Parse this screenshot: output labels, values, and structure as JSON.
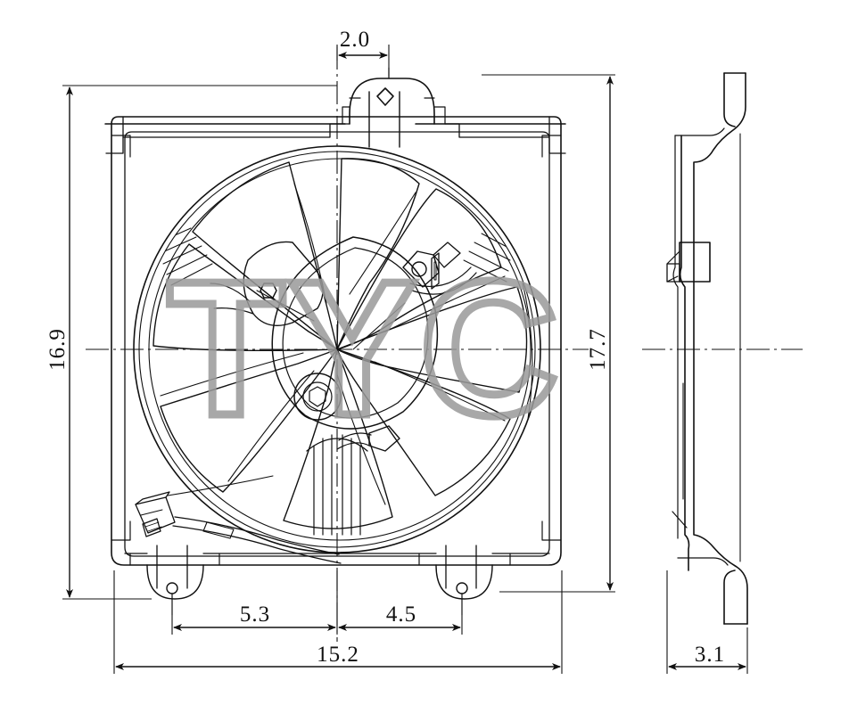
{
  "drawing": {
    "title": "Engine Cooling Fan Assembly",
    "subject": "radiator fan shroud with motor, blade and wiring harness",
    "views": {
      "front": "front-elevation-view",
      "side": "right-side-section-view"
    },
    "line_color": "#111111",
    "background_color": "#ffffff",
    "watermark_color": "#9a9a9a"
  },
  "watermark": {
    "text": "TYC",
    "style": "outline"
  },
  "dimensions": {
    "top_tab_width": "2.0",
    "overall_height_left": "16.9",
    "overall_height_right": "17.7",
    "bottom_left_span": "5.3",
    "bottom_right_span": "4.5",
    "overall_width": "15.2",
    "side_depth": "3.1"
  },
  "labels": [
    {
      "id": "dim-2-0",
      "value": "2.0",
      "view": "front",
      "orientation": "horizontal"
    },
    {
      "id": "dim-16-9",
      "value": "16.9",
      "view": "front",
      "orientation": "vertical"
    },
    {
      "id": "dim-17-7",
      "value": "17.7",
      "view": "front",
      "orientation": "vertical"
    },
    {
      "id": "dim-5-3",
      "value": "5.3",
      "view": "front",
      "orientation": "horizontal"
    },
    {
      "id": "dim-4-5",
      "value": "4.5",
      "view": "front",
      "orientation": "horizontal"
    },
    {
      "id": "dim-15-2",
      "value": "15.2",
      "view": "front",
      "orientation": "horizontal"
    },
    {
      "id": "dim-3-1",
      "value": "3.1",
      "view": "side",
      "orientation": "horizontal"
    }
  ],
  "features": {
    "top_mounting_tab": "single centered tab with fastener hole",
    "bottom_mounting_tabs": "two tabs with fastener holes",
    "fan_blades": 7,
    "motor_hub": "central hex fastener",
    "wiring_connector": "lower-left electrical connector with harness"
  }
}
